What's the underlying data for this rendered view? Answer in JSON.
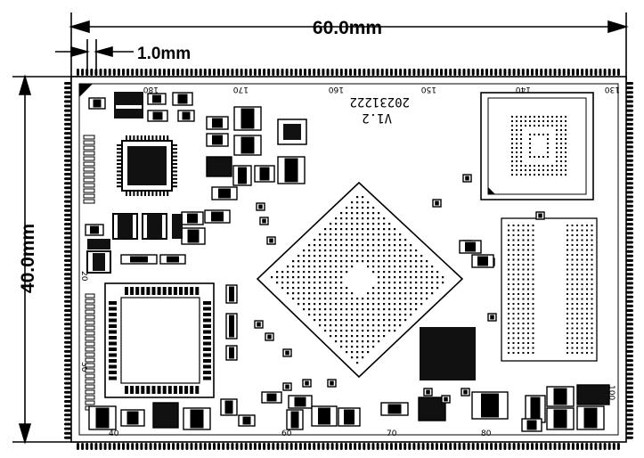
{
  "dimensions": {
    "width_label": "60.0mm",
    "height_label": "40.0mm",
    "margin_label": "1.0mm"
  },
  "board": {
    "version": "V1.2",
    "date": "20231222",
    "pin_labels_top": [
      "180",
      "170",
      "160",
      "150",
      "140",
      "130"
    ],
    "pin_labels_bottom": [
      "40",
      "60",
      "70",
      "80",
      "100"
    ],
    "pin_labels_left": [
      "20",
      "30"
    ]
  },
  "colors": {
    "ink": "#000000",
    "paper": "#ffffff",
    "pad_fill": "#ffffff",
    "chip": "#111111"
  }
}
